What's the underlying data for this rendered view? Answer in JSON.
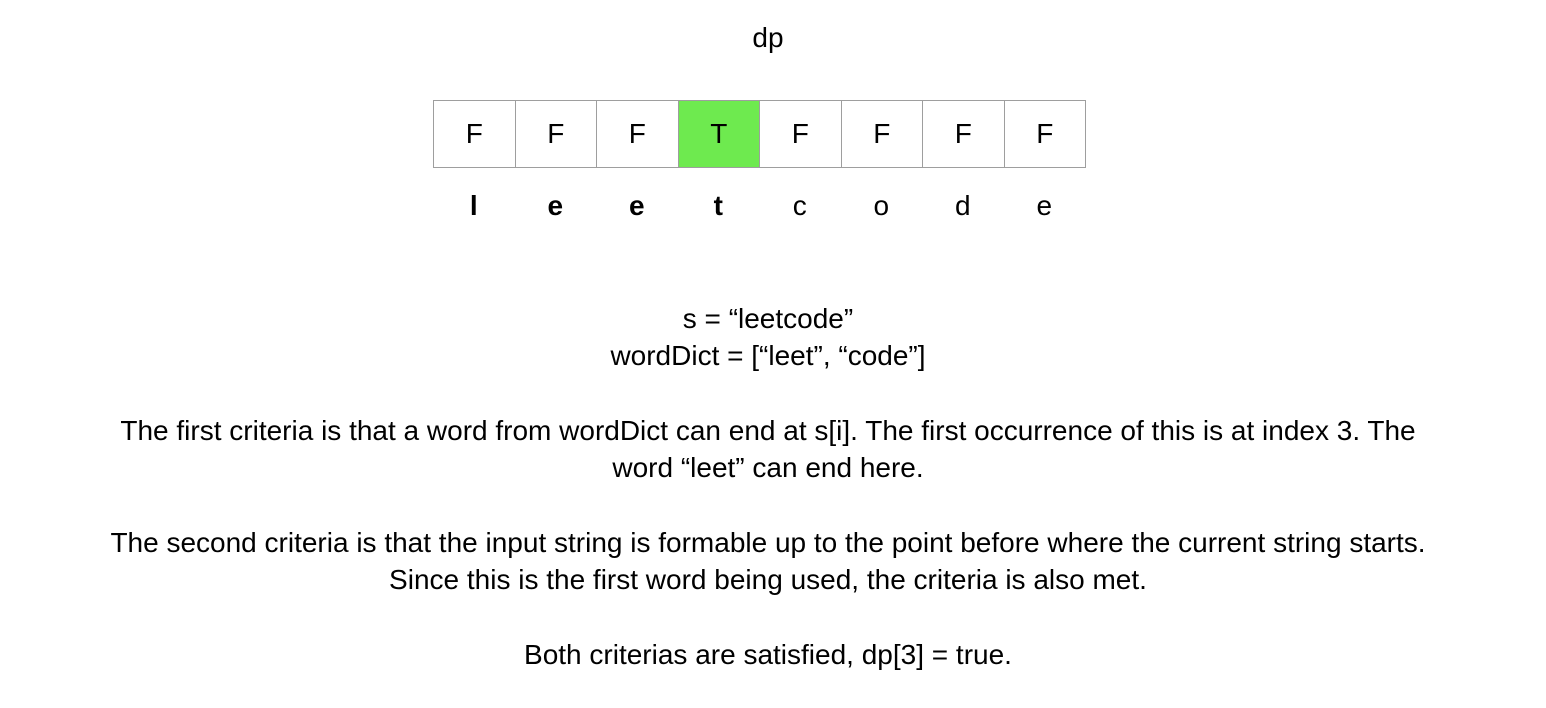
{
  "title": "dp",
  "dp_cells": [
    {
      "value": "F",
      "highlight": false
    },
    {
      "value": "F",
      "highlight": false
    },
    {
      "value": "F",
      "highlight": false
    },
    {
      "value": "T",
      "highlight": true
    },
    {
      "value": "F",
      "highlight": false
    },
    {
      "value": "F",
      "highlight": false
    },
    {
      "value": "F",
      "highlight": false
    },
    {
      "value": "F",
      "highlight": false
    }
  ],
  "chars": [
    {
      "value": "l",
      "bold": true
    },
    {
      "value": "e",
      "bold": true
    },
    {
      "value": "e",
      "bold": true
    },
    {
      "value": "t",
      "bold": true
    },
    {
      "value": "c",
      "bold": false
    },
    {
      "value": "o",
      "bold": false
    },
    {
      "value": "d",
      "bold": false
    },
    {
      "value": "e",
      "bold": false
    }
  ],
  "colors": {
    "highlight": "#6eea4f",
    "cell_border": "#9e9e9e"
  },
  "vars": {
    "s_line": "s = “leetcode”",
    "dict_line": "wordDict = [“leet”, “code”]"
  },
  "paragraphs": {
    "p1_line1": "The first criteria is that a word from wordDict can end at s[i]. The first occurrence of this is at index 3. The",
    "p1_line2": "word “leet” can end here.",
    "p2_line1": "The second criteria is that the input string is formable up to the point before where the current string starts.",
    "p2_line2": "Since this is the first word being used, the criteria is also met.",
    "p3_line1": "Both criterias are satisfied, dp[3] = true."
  }
}
